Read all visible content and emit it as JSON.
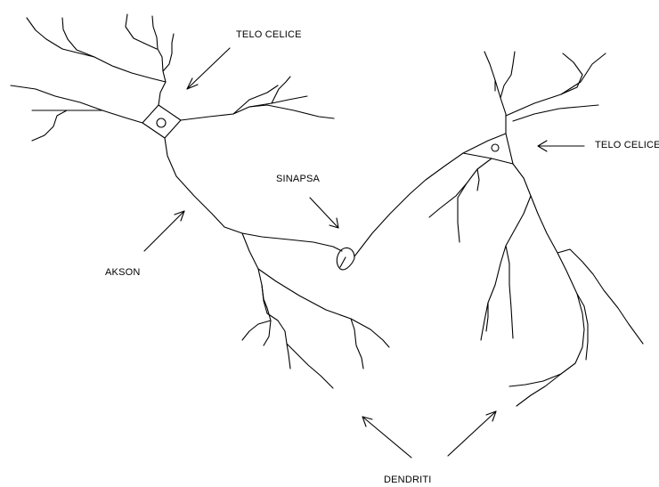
{
  "labels": {
    "cell_body_1": "TELO CELICE",
    "cell_body_2": "TELO CELICE",
    "synapse": "SINAPSA",
    "axon": "AKSON",
    "dendrites": "DENDRITI"
  },
  "colors": {
    "line": "#000000",
    "background": "#ffffff"
  }
}
